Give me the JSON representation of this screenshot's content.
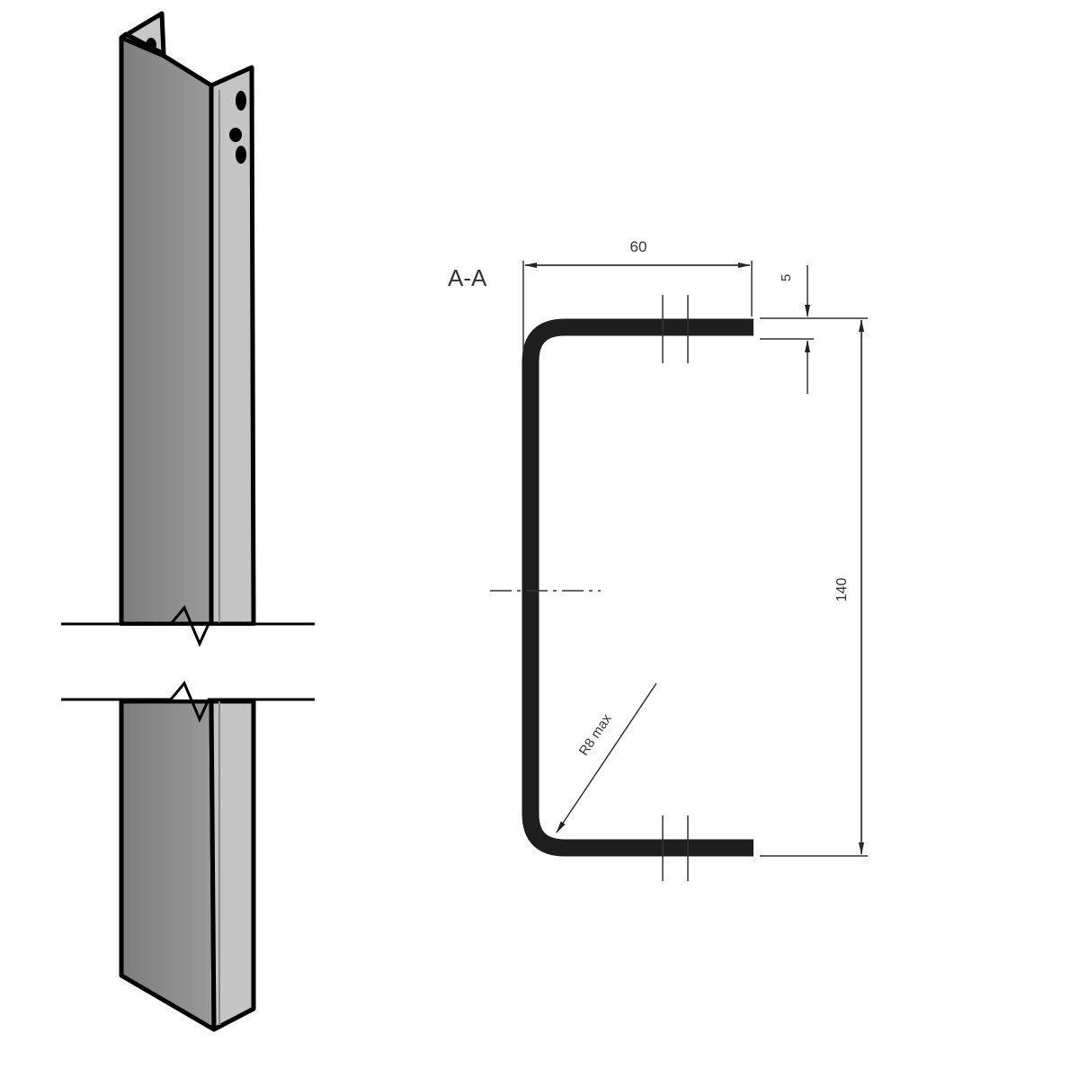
{
  "section_label": "A-A",
  "dimensions": {
    "width": "60",
    "thickness": "5",
    "height": "140",
    "radius": "R8 max"
  },
  "colors": {
    "post_face": "#8e8e8e",
    "post_side": "#c4c4c4",
    "profile": "#1e1e1e",
    "lines": "#333333"
  }
}
